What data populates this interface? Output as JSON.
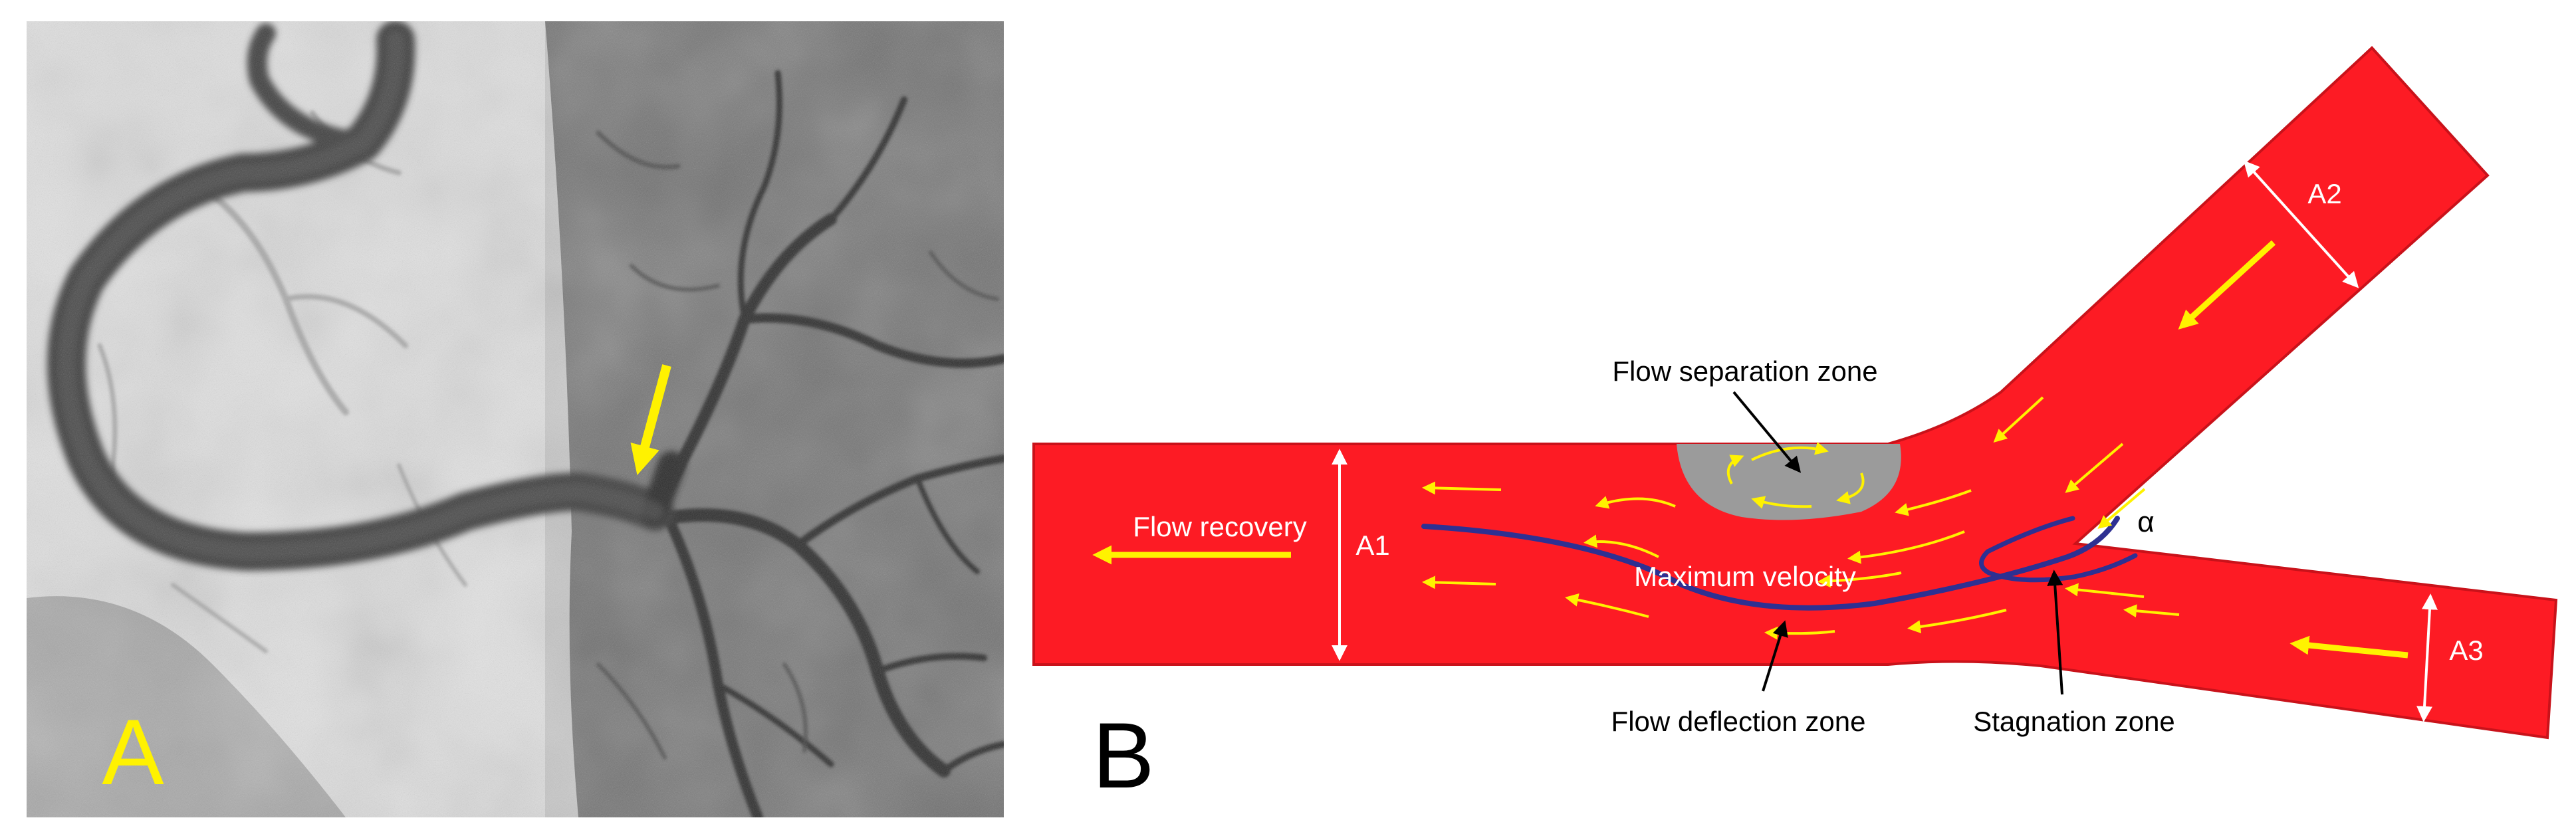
{
  "panels": {
    "a": {
      "letter": "A"
    },
    "b": {
      "letter": "B"
    }
  },
  "labels": {
    "flow_recovery": "Flow recovery",
    "flow_separation": "Flow separation zone",
    "maximum_velocity": "Maximum velocity",
    "flow_deflection": "Flow deflection zone",
    "stagnation": "Stagnation zone",
    "alpha": "α",
    "a1": "A1",
    "a2": "A2",
    "a3": "A3"
  },
  "colors": {
    "vessel": "#fd1b24",
    "vessel_edge": "#c9121a",
    "separation_zone": "#9b9b9b",
    "arrow_yellow": "#fff200",
    "velocity_line": "#2e3092",
    "panel_a_letter": "#fff200",
    "pointer": "#000000"
  }
}
